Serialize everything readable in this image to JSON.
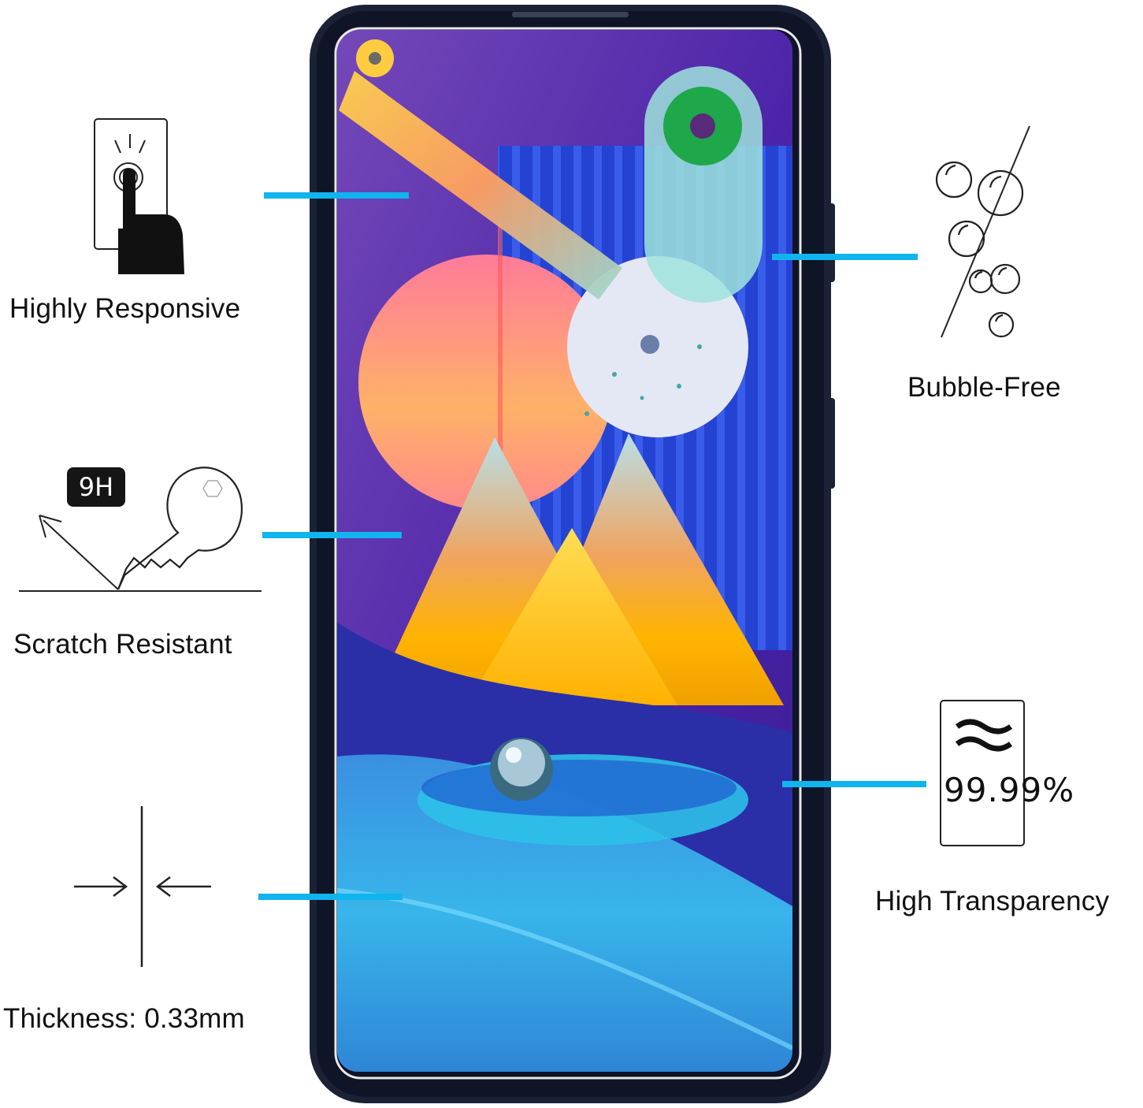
{
  "features": {
    "highly_responsive": {
      "label": "Highly Responsive",
      "icon": "touch-finger-icon"
    },
    "bubble_free": {
      "label": "Bubble-Free",
      "icon": "bubbles-icon"
    },
    "scratch_resistant": {
      "label": "Scratch Resistant",
      "icon": "key-scratch-icon",
      "badge": "9H"
    },
    "high_transparency": {
      "label": "High Transparency",
      "icon": "transparency-icon",
      "value": "99.99%"
    },
    "thickness": {
      "label": "Thickness: 0.33mm",
      "icon": "thickness-arrows-icon"
    }
  },
  "colors": {
    "connector": "#10b4ee",
    "phone_frame": "#1c2236",
    "screen_purple": "#6a2fb0",
    "screen_blue": "#2b4fd6"
  }
}
